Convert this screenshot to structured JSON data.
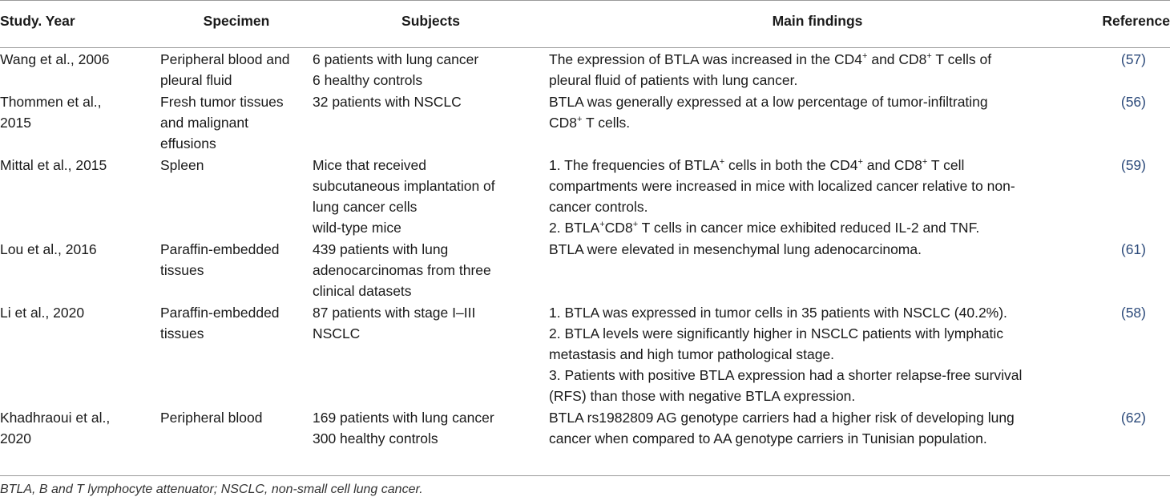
{
  "headers": [
    "Study. Year",
    "Specimen",
    "Subjects",
    "Main findings",
    "Reference"
  ],
  "rows": [
    {
      "study": [
        "Wang et al., 2006"
      ],
      "specimen": [
        "Peripheral blood and",
        "pleural fluid"
      ],
      "subjects": [
        "6 patients with lung cancer",
        "6 healthy controls"
      ],
      "findings": [
        [
          {
            "t": "The expression of BTLA was increased in the CD4"
          },
          {
            "t": "+",
            "sup": true
          },
          {
            "t": " and CD8"
          },
          {
            "t": "+",
            "sup": true
          },
          {
            "t": " T cells of"
          }
        ],
        [
          {
            "t": "pleural fluid of patients with lung cancer."
          }
        ]
      ],
      "ref": "(57)"
    },
    {
      "study": [
        "Thommen et al.,",
        "2015"
      ],
      "specimen": [
        "Fresh tumor tissues",
        "and malignant",
        "effusions"
      ],
      "subjects": [
        "32 patients with NSCLC"
      ],
      "findings": [
        [
          {
            "t": "BTLA was generally expressed at a low percentage of tumor-infiltrating"
          }
        ],
        [
          {
            "t": "CD8"
          },
          {
            "t": "+",
            "sup": true
          },
          {
            "t": " T cells."
          }
        ]
      ],
      "ref": "(56)"
    },
    {
      "study": [
        "Mittal et al., 2015"
      ],
      "specimen": [
        "Spleen"
      ],
      "subjects": [
        "Mice that received",
        "subcutaneous implantation of",
        "lung cancer cells",
        "wild-type mice"
      ],
      "findings": [
        [
          {
            "t": "1. The frequencies of BTLA"
          },
          {
            "t": "+",
            "sup": true
          },
          {
            "t": " cells in both the CD4"
          },
          {
            "t": "+",
            "sup": true
          },
          {
            "t": " and CD8"
          },
          {
            "t": "+",
            "sup": true
          },
          {
            "t": " T cell"
          }
        ],
        [
          {
            "t": "compartments were increased in mice with localized cancer relative to non-"
          }
        ],
        [
          {
            "t": "cancer controls."
          }
        ],
        [
          {
            "t": "2. BTLA"
          },
          {
            "t": "+",
            "sup": true
          },
          {
            "t": "CD8"
          },
          {
            "t": "+",
            "sup": true
          },
          {
            "t": " T cells in cancer mice exhibited reduced IL-2 and TNF."
          }
        ]
      ],
      "ref": "(59)"
    },
    {
      "study": [
        "Lou et al., 2016"
      ],
      "specimen": [
        "Paraffin-embedded",
        "tissues"
      ],
      "subjects": [
        "439 patients with lung",
        "adenocarcinomas from three",
        "clinical datasets"
      ],
      "findings": [
        [
          {
            "t": "BTLA were elevated in mesenchymal lung adenocarcinoma."
          }
        ]
      ],
      "ref": "(61)"
    },
    {
      "study": [
        "Li et al., 2020"
      ],
      "specimen": [
        "Paraffin-embedded",
        "tissues"
      ],
      "subjects": [
        "87 patients with stage I–III",
        "NSCLC"
      ],
      "findings": [
        [
          {
            "t": "1. BTLA was expressed in tumor cells in 35 patients with NSCLC (40.2%)."
          }
        ],
        [
          {
            "t": "2. BTLA levels were significantly higher in NSCLC patients with lymphatic"
          }
        ],
        [
          {
            "t": "metastasis and high tumor pathological stage."
          }
        ],
        [
          {
            "t": "3. Patients with positive BTLA expression had a shorter relapse-free survival"
          }
        ],
        [
          {
            "t": "(RFS) than those with negative BTLA expression."
          }
        ]
      ],
      "ref": "(58)"
    },
    {
      "study": [
        "Khadhraoui et al.,",
        "2020"
      ],
      "specimen": [
        "Peripheral blood"
      ],
      "subjects": [
        "169 patients with lung cancer",
        "300 healthy controls"
      ],
      "findings": [
        [
          {
            "t": "BTLA rs1982809 AG genotype carriers had a higher risk of developing lung"
          }
        ],
        [
          {
            "t": "cancer when compared to AA genotype carriers in Tunisian population."
          }
        ]
      ],
      "ref": "(62)"
    }
  ],
  "footnote": "BTLA, B and T lymphocyte attenuator; NSCLC, non-small cell lung cancer."
}
